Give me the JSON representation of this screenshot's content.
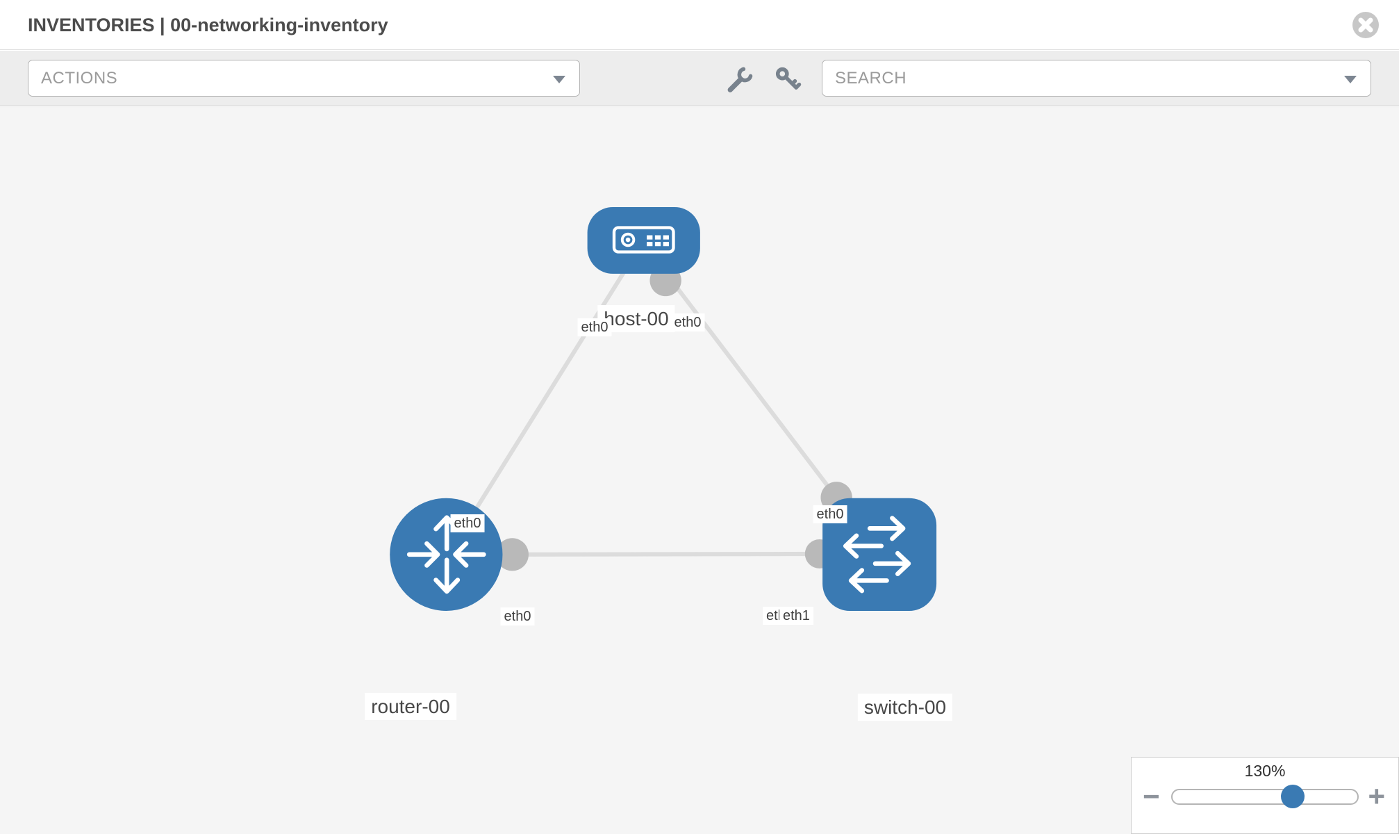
{
  "header": {
    "title": "INVENTORIES | 00-networking-inventory"
  },
  "toolbar": {
    "actions_label": "ACTIONS",
    "search_placeholder": "SEARCH",
    "icons": [
      "wrench-icon",
      "key-icon"
    ]
  },
  "topology": {
    "nodes": [
      {
        "id": "host-00",
        "label": "host-00",
        "type": "host"
      },
      {
        "id": "router-00",
        "label": "router-00",
        "type": "router"
      },
      {
        "id": "switch-00",
        "label": "switch-00",
        "type": "switch"
      }
    ],
    "links": [
      {
        "source": "host-00",
        "target": "router-00",
        "source_label": "eth0",
        "target_label": "eth0"
      },
      {
        "source": "host-00",
        "target": "switch-00",
        "source_label": "eth0",
        "target_label": "eth0"
      },
      {
        "source": "router-00",
        "target": "switch-00",
        "source_label": "eth0",
        "target_label": "eth1",
        "target_label_overlapped": "eth0"
      }
    ]
  },
  "zoom_control": {
    "level": "130%",
    "percent": 130,
    "minus_label": "−",
    "plus_label": "+"
  },
  "colors": {
    "node_fill": "#3a7ab3",
    "link_stroke": "#dcdcdc",
    "port_fill": "#b9b9b9",
    "slider_handle": "#3a7ab3",
    "canvas_bg": "#f5f5f5",
    "toolbar_bg": "#ededed"
  }
}
